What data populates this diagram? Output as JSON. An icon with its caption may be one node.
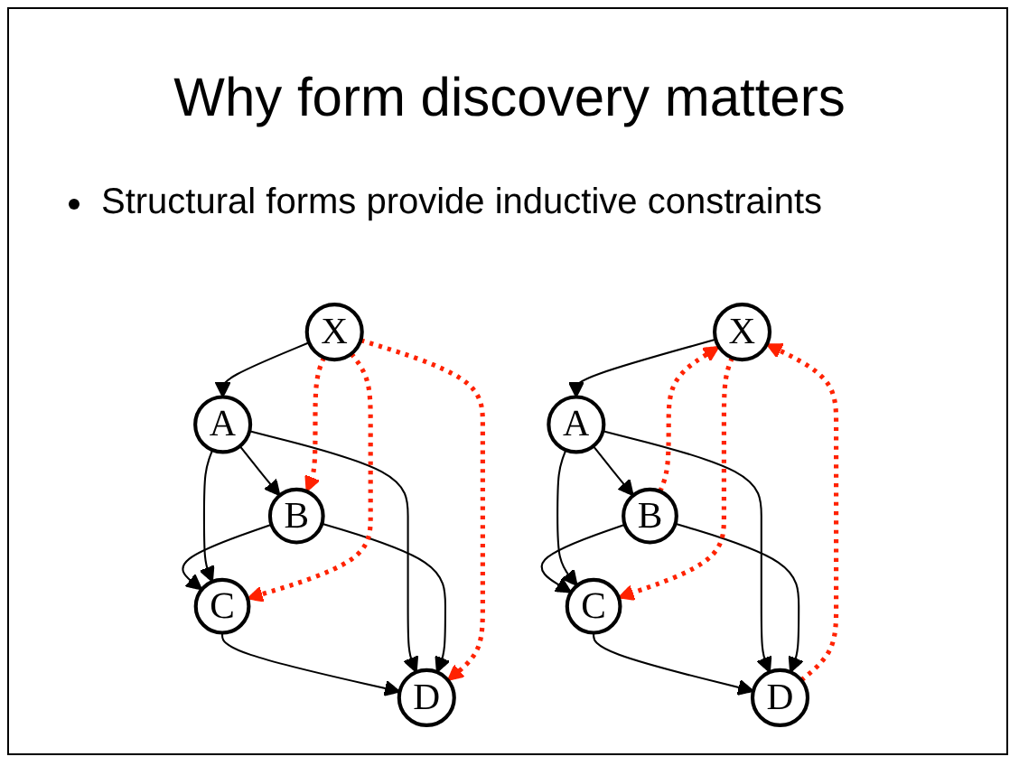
{
  "diagram": {
    "title": "Why form discovery matters",
    "nodes": [
      {
        "text": [
          "X"
        ]
      },
      {
        "text": [
          "A"
        ]
      },
      {
        "text": [
          "B"
        ]
      },
      {
        "text": [
          "C"
        ]
      },
      {
        "text": [
          "D"
        ]
      },
      {
        "text": [
          "X"
        ]
      },
      {
        "text": [
          "A"
        ]
      },
      {
        "text": [
          "B"
        ]
      },
      {
        "text": [
          "C"
        ]
      },
      {
        "text": [
          "D"
        ]
      }
    ],
    "edges": [
      {
        "from": 0,
        "to": 1,
        "arrow": "to"
      },
      {
        "from": 1,
        "to": 2,
        "arrow": "to"
      },
      {
        "from": 2,
        "to": 3,
        "arrow": "to"
      },
      {
        "from": 3,
        "to": 4,
        "arrow": "to"
      },
      {
        "from": 1,
        "to": 3,
        "arrow": "to"
      },
      {
        "from": 1,
        "to": 4,
        "arrow": "to"
      },
      {
        "from": 2,
        "to": 4,
        "arrow": "to"
      },
      {
        "from": 0,
        "to": 2,
        "arrow": "to",
        "style": "dashed",
        "color": "#ff2200"
      },
      {
        "from": 0,
        "to": 3,
        "arrow": "to",
        "style": "dashed",
        "color": "#ff2200"
      },
      {
        "from": 0,
        "to": 4,
        "arrow": "to",
        "style": "dashed",
        "color": "#ff2200"
      },
      {
        "from": 5,
        "to": 6,
        "arrow": "to"
      },
      {
        "from": 6,
        "to": 7,
        "arrow": "to"
      },
      {
        "from": 7,
        "to": 8,
        "arrow": "to"
      },
      {
        "from": 8,
        "to": 9,
        "arrow": "to"
      },
      {
        "from": 6,
        "to": 8,
        "arrow": "to"
      },
      {
        "from": 6,
        "to": 9,
        "arrow": "to"
      },
      {
        "from": 7,
        "to": 9,
        "arrow": "to"
      },
      {
        "from": 7,
        "to": 5,
        "arrow": "to",
        "style": "dashed",
        "color": "#ff2200"
      },
      {
        "from": 5,
        "to": 8,
        "arrow": "to",
        "style": "dashed",
        "color": "#ff2200"
      },
      {
        "from": 9,
        "to": 5,
        "arrow": "to",
        "style": "dashed",
        "color": "#ff2200"
      }
    ],
    "labels": [
      "Structural forms provide inductive constraints"
    ]
  }
}
